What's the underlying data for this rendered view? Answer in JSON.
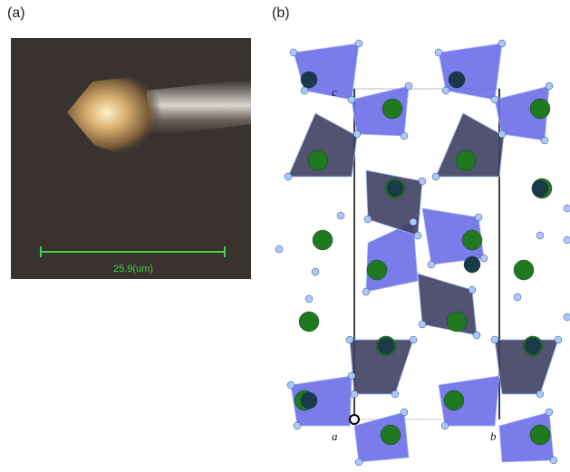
{
  "panels": {
    "a": {
      "label": "(a)",
      "scale_bar_text": "25.9(um)"
    },
    "b": {
      "label": "(b)",
      "axis_labels": {
        "a": "a",
        "b": "b",
        "c": "c"
      }
    }
  },
  "colors": {
    "photo_background": "#3a322e",
    "scale_bar": "#3fd24a",
    "tetrahedron_light": "#6b6ee8",
    "tetrahedron_dark": "#3f4062",
    "green_atom": "#1f7a1f",
    "small_atom": "#a8c8ff"
  }
}
